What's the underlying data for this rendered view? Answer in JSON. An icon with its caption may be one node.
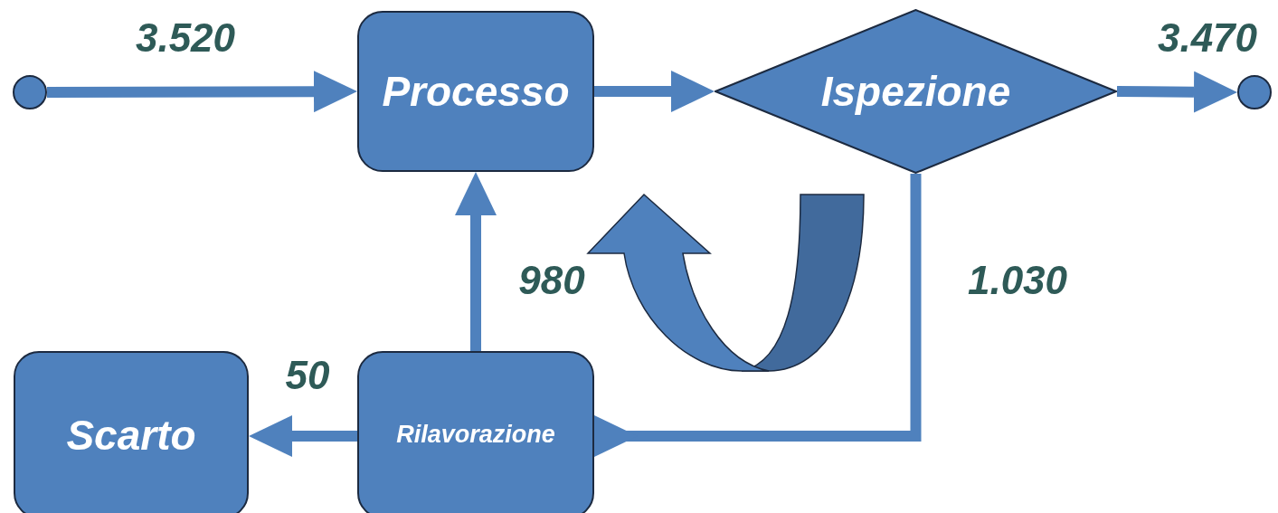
{
  "diagram": {
    "nodes": [
      {
        "text": [],
        "shape": "circle"
      },
      {
        "text": [
          "Processo"
        ]
      },
      {
        "text": [
          "Ispezione"
        ]
      },
      {
        "text": [],
        "shape": "circle"
      },
      {
        "text": [
          "Scarto"
        ]
      },
      {
        "text": [
          "Rilavorazione"
        ]
      }
    ],
    "edges": [
      {
        "from": 0,
        "to": 1,
        "arrow": "to",
        "label": "3.520"
      },
      {
        "from": 1,
        "to": 2,
        "arrow": "to"
      },
      {
        "from": 2,
        "to": 3,
        "arrow": "to",
        "label": "3.470"
      },
      {
        "from": 2,
        "to": 5,
        "arrow": "to",
        "label": "1.030"
      },
      {
        "from": 5,
        "to": 1,
        "arrow": "to",
        "label": "980"
      },
      {
        "from": 5,
        "to": 4,
        "arrow": "to",
        "label": "50"
      }
    ]
  }
}
